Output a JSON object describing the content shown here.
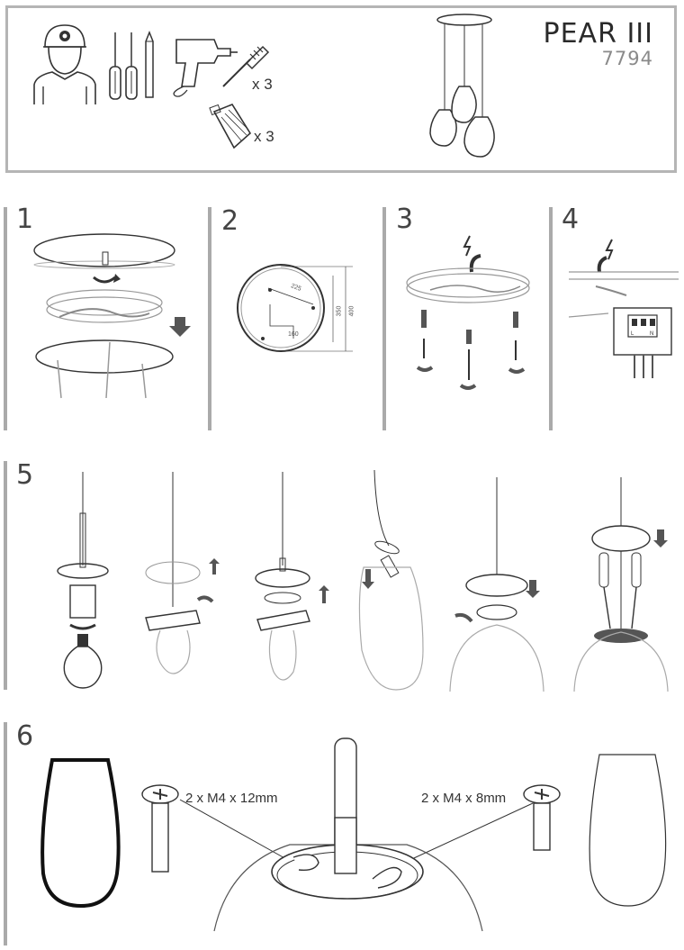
{
  "product": {
    "name": "PEAR III",
    "code": "7794"
  },
  "tools": {
    "plug_qty": "x 3",
    "bulb_qty": "x 3"
  },
  "steps": {
    "s1": "1",
    "s2": "2",
    "s3": "3",
    "s4": "4",
    "s5": "5",
    "s6": "6"
  },
  "step2_dims": {
    "d225": "225",
    "d160": "160",
    "d350": "350",
    "d400": "400"
  },
  "step4_labels": {
    "l": "L",
    "n": "N"
  },
  "step6": {
    "screw_long": "2 x M4 x 12mm",
    "screw_short": "2 x M4 x 8mm"
  }
}
